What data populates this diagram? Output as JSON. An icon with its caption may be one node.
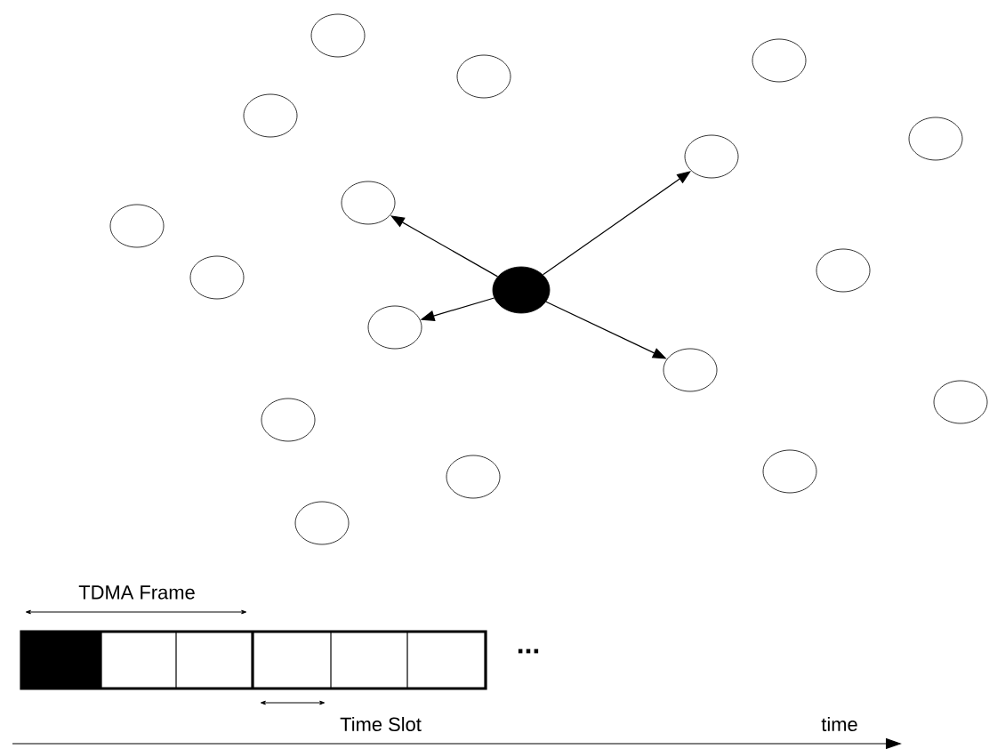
{
  "diagram": {
    "nodes": [
      {
        "text": [],
        "shape": "circle"
      },
      {
        "text": [],
        "shape": "circle"
      },
      {
        "text": [],
        "shape": "circle"
      },
      {
        "text": [],
        "shape": "circle"
      },
      {
        "text": [],
        "shape": "circle"
      },
      {
        "text": [],
        "shape": "circle"
      },
      {
        "text": [],
        "shape": "circle"
      },
      {
        "text": [],
        "shape": "circle"
      },
      {
        "text": [],
        "shape": "circle"
      },
      {
        "text": [],
        "shape": "circle"
      },
      {
        "text": [],
        "shape": "dot"
      },
      {
        "text": [],
        "shape": "circle"
      },
      {
        "text": [],
        "shape": "circle"
      },
      {
        "text": [],
        "shape": "circle"
      },
      {
        "text": [],
        "shape": "circle"
      },
      {
        "text": [],
        "shape": "circle"
      },
      {
        "text": [],
        "shape": "circle"
      },
      {
        "text": [],
        "shape": "circle"
      }
    ],
    "edges": [
      {
        "from": 10,
        "to": 5,
        "arrow": "to"
      },
      {
        "from": 10,
        "to": 6,
        "arrow": "to"
      },
      {
        "from": 10,
        "to": 11,
        "arrow": "to"
      },
      {
        "from": 10,
        "to": 12,
        "arrow": "to"
      }
    ],
    "labels": [
      "TDMA Frame",
      "...",
      "Time Slot",
      "time"
    ]
  }
}
